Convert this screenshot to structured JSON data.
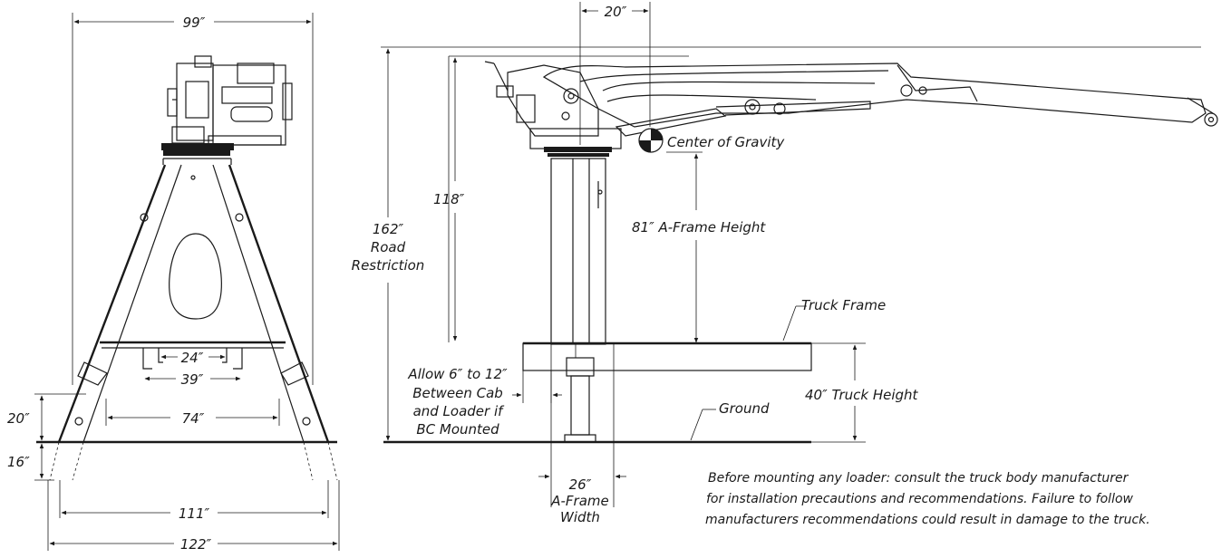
{
  "front_view": {
    "width_top": "99″",
    "dim_24": "24″",
    "dim_39": "39″",
    "dim_74": "74″",
    "dim_20": "20″",
    "dim_16": "16″",
    "dim_111": "111″",
    "dim_122": "122″"
  },
  "side_view": {
    "dim_20_top": "20″",
    "center_of_gravity": "Center of Gravity",
    "dim_118": "118″",
    "a_frame_height": "81″ A-Frame Height",
    "road_restriction": [
      "162″",
      "Road",
      "Restriction"
    ],
    "truck_frame": "Truck Frame",
    "cab_allowance": [
      "Allow 6″ to 12″",
      "Between Cab",
      "and Loader if",
      "BC Mounted"
    ],
    "truck_height": "40″ Truck Height",
    "ground": "Ground",
    "a_frame_width": [
      "26″",
      "A-Frame",
      "Width"
    ]
  },
  "note": [
    "Before mounting any loader: consult the truck body manufacturer",
    "for installation precautions and recommendations.  Failure to follow",
    "manufacturers recommendations could result in damage to the truck."
  ]
}
